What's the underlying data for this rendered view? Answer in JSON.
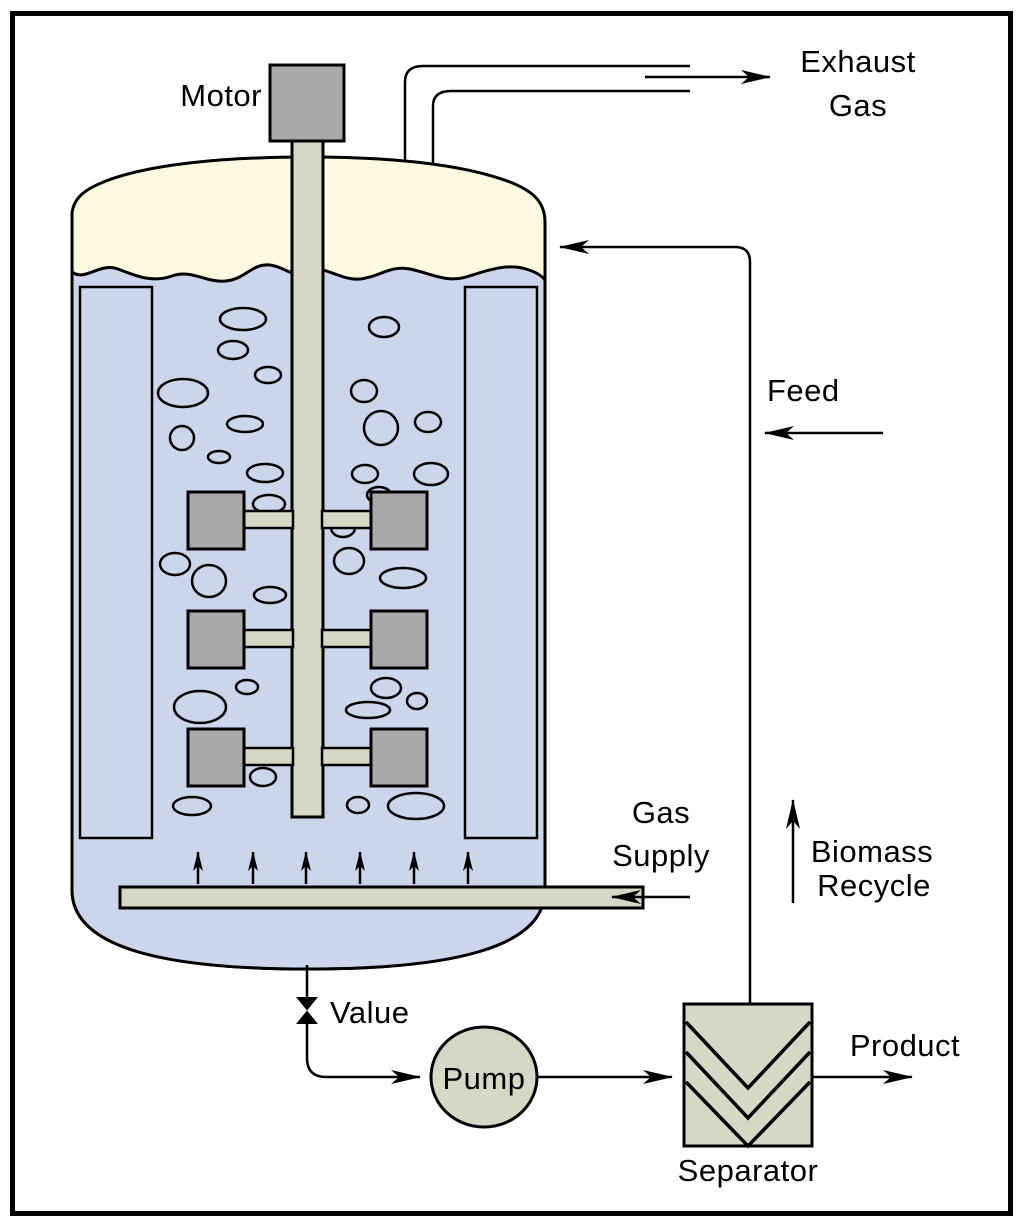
{
  "labels": {
    "motor": "Motor",
    "exhaust_gas": {
      "line1": "Exhaust",
      "line2": "Gas"
    },
    "feed": "Feed",
    "gas_supply": {
      "line1": "Gas",
      "line2": "Supply"
    },
    "biomass_recycle": {
      "line1": "Biomass",
      "line2": "Recycle"
    },
    "valve": "Value",
    "pump": "Pump",
    "separator": "Separator",
    "product": "Product"
  },
  "colors": {
    "outline": "#000000",
    "background": "#ffffff",
    "vessel_head": "#fcf9e0",
    "liquid": "#cdd5eb",
    "bubble": "#cdd5eb",
    "metal_gray": "#a9a9a9",
    "equipment_beige": "#d5d8c4"
  }
}
